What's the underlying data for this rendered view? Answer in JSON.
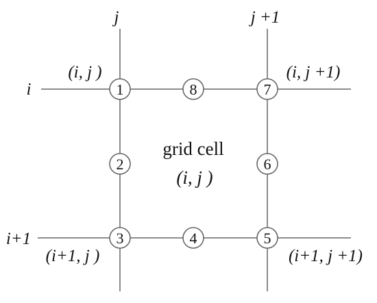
{
  "axes": {
    "col_j": "j",
    "col_j1": "j +1",
    "row_i": "i",
    "row_i1": "i+1"
  },
  "corners": {
    "top_left": "(i, j )",
    "top_right": "(i, j +1)",
    "bottom_left": "(i+1, j )",
    "bottom_right": "(i+1, j +1)"
  },
  "nodes": {
    "n1": "1",
    "n2": "2",
    "n3": "3",
    "n4": "4",
    "n5": "5",
    "n6": "6",
    "n7": "7",
    "n8": "8"
  },
  "cell": {
    "title": "grid cell",
    "subtitle": "(i, j )"
  },
  "colors": {
    "line": "#8c8c8c",
    "circle_stroke": "#666666",
    "text": "#111111"
  }
}
